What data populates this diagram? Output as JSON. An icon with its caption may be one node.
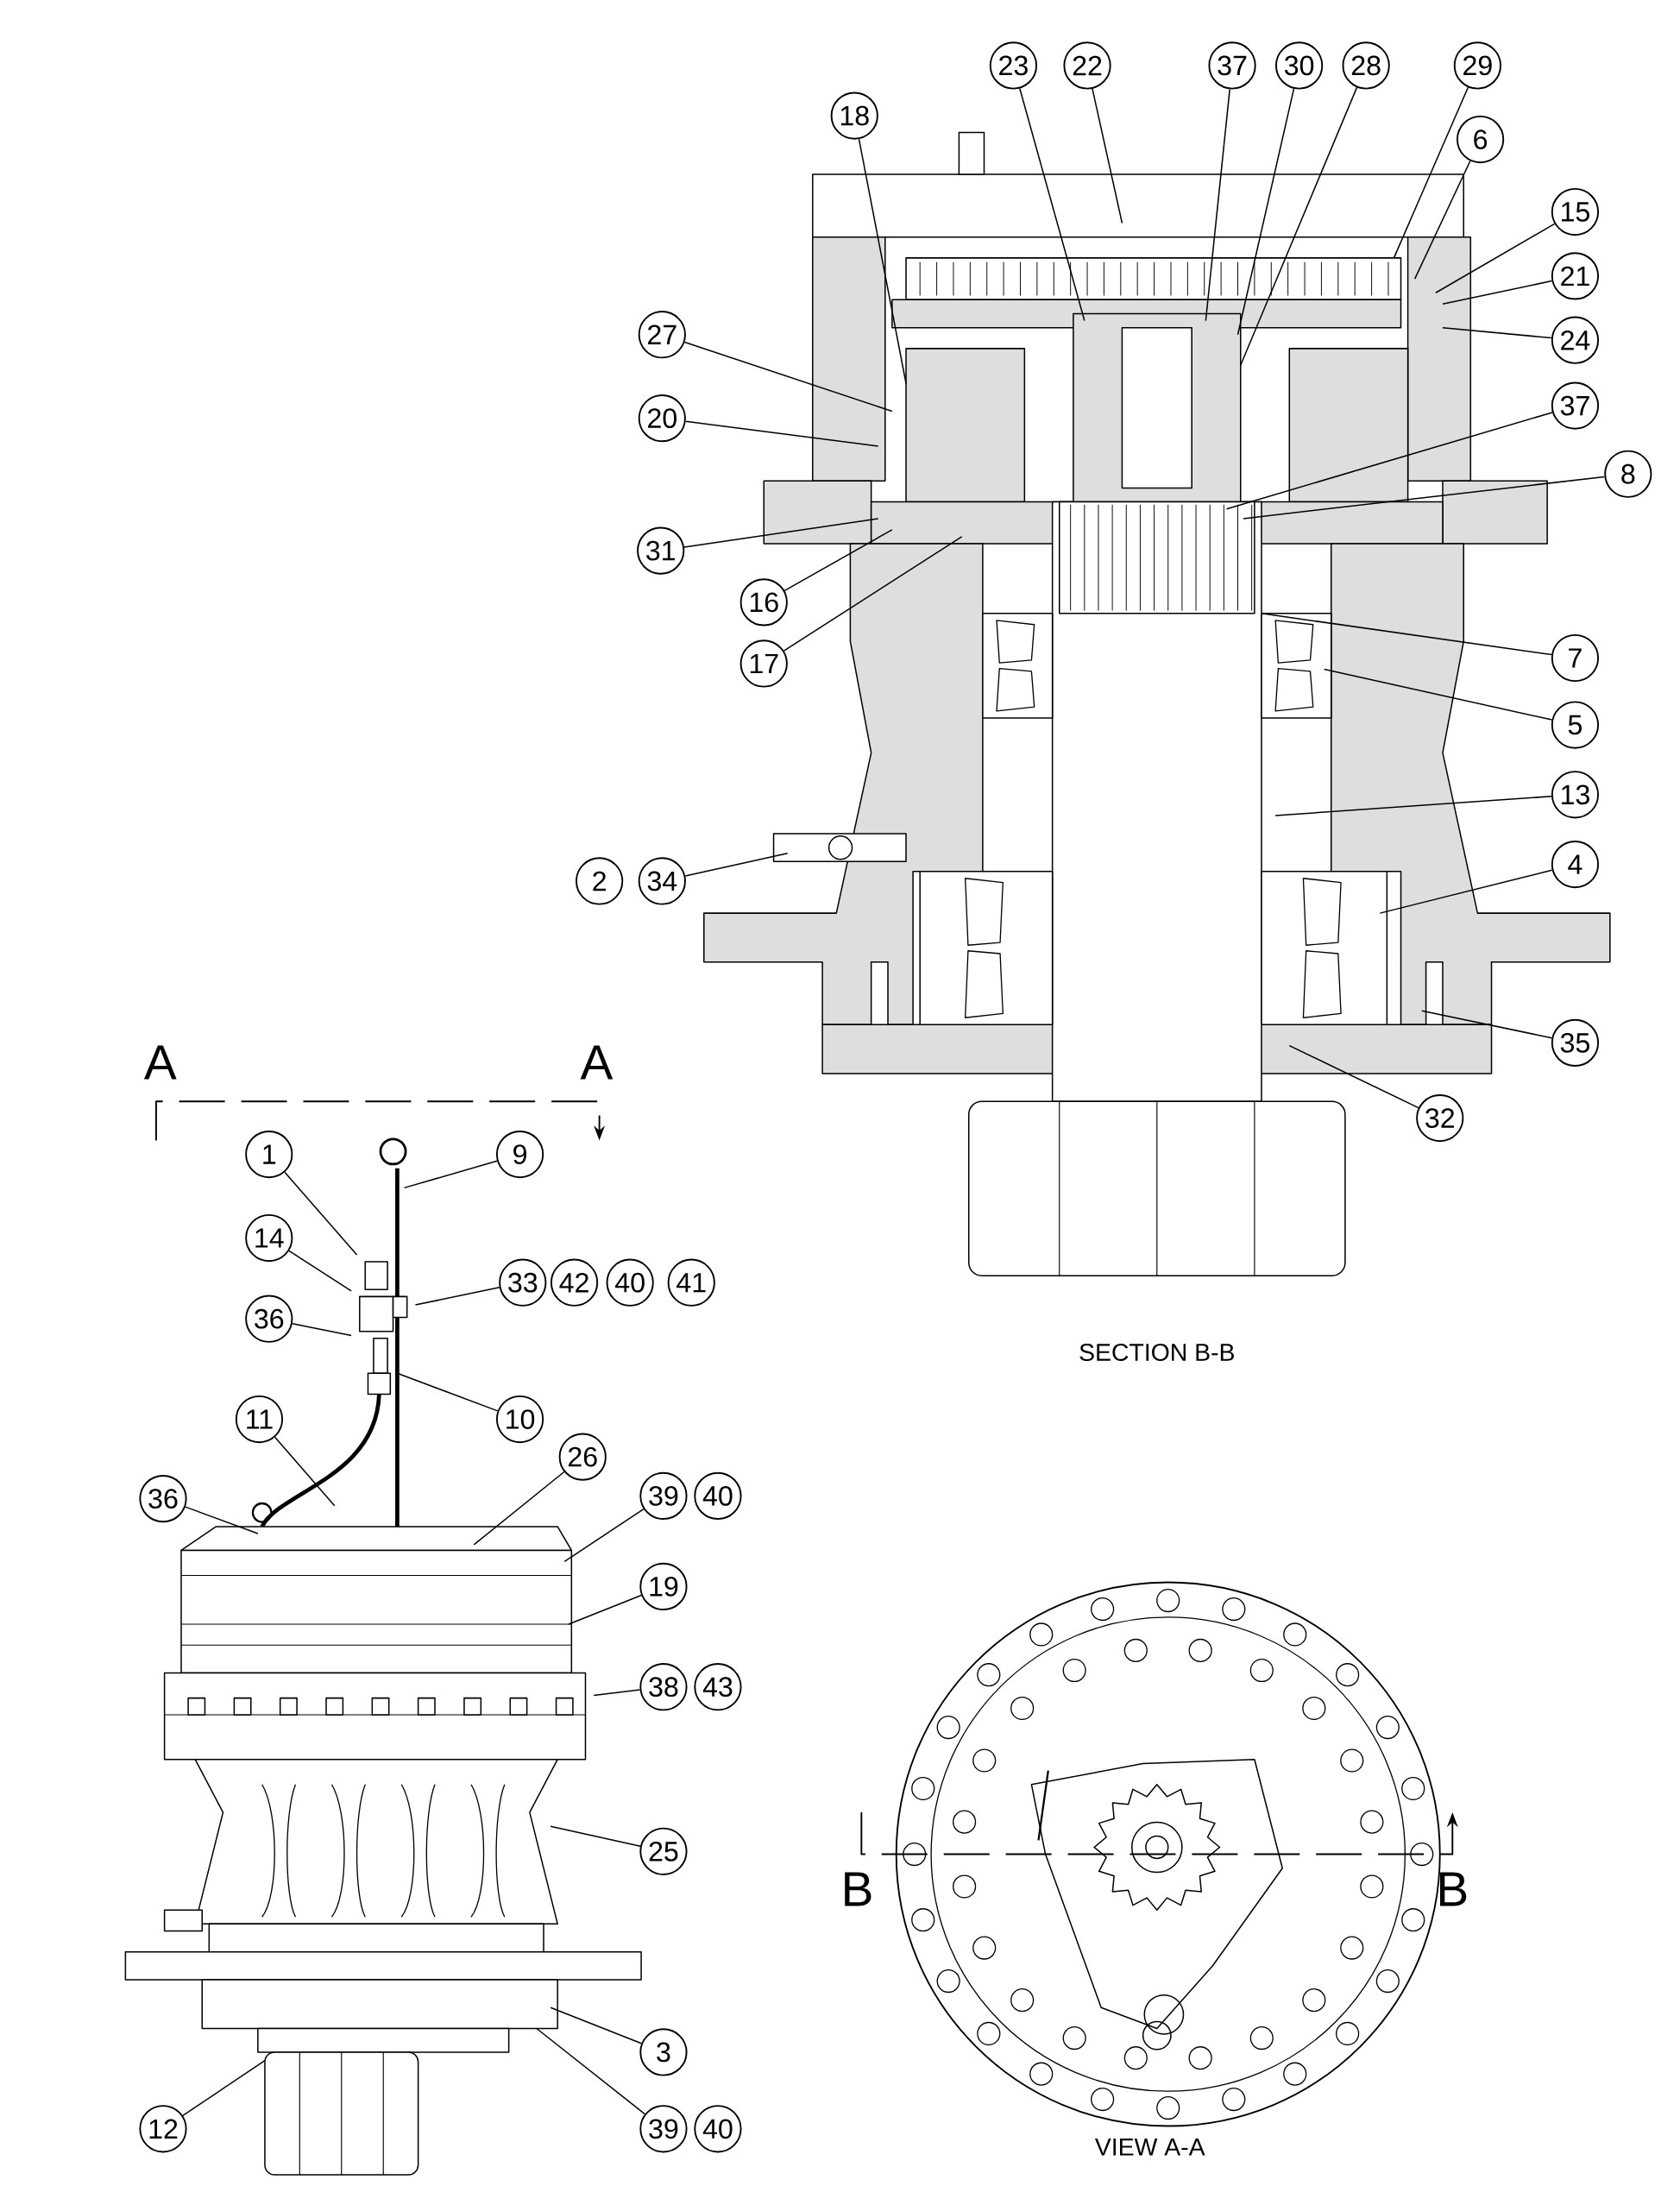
{
  "diagram": {
    "nodes": [
      {
        "text": [
          "23"
        ]
      },
      {
        "text": [
          "22"
        ]
      },
      {
        "text": [
          "37"
        ]
      },
      {
        "text": [
          "30"
        ]
      },
      {
        "text": [
          "28"
        ]
      },
      {
        "text": [
          "29"
        ]
      },
      {
        "text": [
          "18"
        ]
      },
      {
        "text": [
          "6"
        ]
      },
      {
        "text": [
          "15"
        ]
      },
      {
        "text": [
          "21"
        ]
      },
      {
        "text": [
          "27"
        ]
      },
      {
        "text": [
          "24"
        ]
      },
      {
        "text": [
          "37"
        ]
      },
      {
        "text": [
          "20"
        ]
      },
      {
        "text": [
          "8"
        ]
      },
      {
        "text": [
          "31"
        ]
      },
      {
        "text": [
          "16"
        ]
      },
      {
        "text": [
          "7"
        ]
      },
      {
        "text": [
          "17"
        ]
      },
      {
        "text": [
          "5"
        ]
      },
      {
        "text": [
          "13"
        ]
      },
      {
        "text": [
          "4"
        ]
      },
      {
        "text": [
          "2"
        ]
      },
      {
        "text": [
          "34"
        ]
      },
      {
        "text": [
          "35"
        ]
      },
      {
        "text": [
          "32"
        ]
      },
      {
        "text": [
          "1"
        ]
      },
      {
        "text": [
          "9"
        ]
      },
      {
        "text": [
          "14"
        ]
      },
      {
        "text": [
          "33"
        ]
      },
      {
        "text": [
          "42"
        ]
      },
      {
        "text": [
          "40"
        ]
      },
      {
        "text": [
          "41"
        ]
      },
      {
        "text": [
          "36"
        ]
      },
      {
        "text": [
          "11"
        ]
      },
      {
        "text": [
          "10"
        ]
      },
      {
        "text": [
          "26"
        ]
      },
      {
        "text": [
          "39"
        ]
      },
      {
        "text": [
          "40"
        ]
      },
      {
        "text": [
          "36"
        ]
      },
      {
        "text": [
          "19"
        ]
      },
      {
        "text": [
          "38"
        ]
      },
      {
        "text": [
          "43"
        ]
      },
      {
        "text": [
          "25"
        ]
      },
      {
        "text": [
          "3"
        ]
      },
      {
        "text": [
          "12"
        ]
      },
      {
        "text": [
          "39"
        ]
      },
      {
        "text": [
          "40"
        ]
      }
    ],
    "edges": [
      {
        "from": 0,
        "to": null,
        "arrow": "none"
      },
      {
        "from": 1,
        "to": null,
        "arrow": "none"
      },
      {
        "from": 2,
        "to": null,
        "arrow": "none"
      },
      {
        "from": 3,
        "to": null,
        "arrow": "none"
      },
      {
        "from": 4,
        "to": null,
        "arrow": "none"
      },
      {
        "from": 5,
        "to": null,
        "arrow": "none"
      },
      {
        "from": 6,
        "to": null,
        "arrow": "none"
      },
      {
        "from": 7,
        "to": null,
        "arrow": "none"
      },
      {
        "from": 8,
        "to": null,
        "arrow": "none"
      },
      {
        "from": 9,
        "to": null,
        "arrow": "none"
      },
      {
        "from": 10,
        "to": null,
        "arrow": "none"
      },
      {
        "from": 11,
        "to": null,
        "arrow": "none"
      },
      {
        "from": 12,
        "to": null,
        "arrow": "none"
      },
      {
        "from": 13,
        "to": null,
        "arrow": "none"
      },
      {
        "from": 14,
        "to": null,
        "arrow": "none"
      },
      {
        "from": 15,
        "to": null,
        "arrow": "none"
      },
      {
        "from": 16,
        "to": null,
        "arrow": "none"
      },
      {
        "from": 17,
        "to": null,
        "arrow": "none"
      },
      {
        "from": 18,
        "to": null,
        "arrow": "none"
      },
      {
        "from": 19,
        "to": null,
        "arrow": "none"
      },
      {
        "from": 20,
        "to": null,
        "arrow": "none"
      },
      {
        "from": 21,
        "to": null,
        "arrow": "none"
      },
      {
        "from": 23,
        "to": null,
        "arrow": "none"
      },
      {
        "from": 24,
        "to": null,
        "arrow": "none"
      },
      {
        "from": 25,
        "to": null,
        "arrow": "none"
      },
      {
        "from": 26,
        "to": null,
        "arrow": "none"
      },
      {
        "from": 27,
        "to": null,
        "arrow": "none"
      },
      {
        "from": 28,
        "to": null,
        "arrow": "none"
      },
      {
        "from": 29,
        "to": null,
        "arrow": "none"
      },
      {
        "from": 33,
        "to": null,
        "arrow": "none"
      },
      {
        "from": 34,
        "to": null,
        "arrow": "none"
      },
      {
        "from": 35,
        "to": null,
        "arrow": "none"
      },
      {
        "from": 36,
        "to": null,
        "arrow": "none"
      },
      {
        "from": 37,
        "to": null,
        "arrow": "none"
      },
      {
        "from": 39,
        "to": null,
        "arrow": "none"
      },
      {
        "from": 40,
        "to": null,
        "arrow": "none"
      },
      {
        "from": 41,
        "to": null,
        "arrow": "none"
      },
      {
        "from": 43,
        "to": null,
        "arrow": "none"
      },
      {
        "from": 44,
        "to": null,
        "arrow": "none"
      },
      {
        "from": 45,
        "to": null,
        "arrow": "none"
      },
      {
        "from": 46,
        "to": null,
        "arrow": "none"
      }
    ],
    "labels": [
      "A",
      "A",
      "SECTION B-B",
      "B",
      "B",
      "VIEW A-A"
    ]
  }
}
